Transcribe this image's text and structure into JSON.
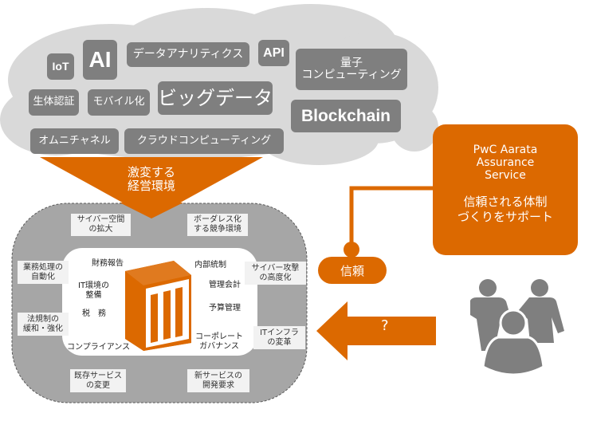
{
  "colors": {
    "accent": "#dc6900",
    "cloud": "#d9d9d9",
    "tag": "#7f7f7f",
    "ring": "#a6a6a6",
    "ring_label_bg": "#f2f2f2",
    "people": "#7f7f7f"
  },
  "cloud": {
    "tags": [
      {
        "label": "IoT"
      },
      {
        "label": "AI"
      },
      {
        "label": "データアナリティクス"
      },
      {
        "label": "API"
      },
      {
        "label": "量子\nコンピューティング",
        "line1": "量子",
        "line2": "コンピューティング"
      },
      {
        "label": "生体認証"
      },
      {
        "label": "モバイル化"
      },
      {
        "label": "ビッグデータ"
      },
      {
        "label": "Blockchain"
      },
      {
        "label": "オムニチャネル"
      },
      {
        "label": "クラウドコンピューティング"
      }
    ]
  },
  "funnel": {
    "line1": "激変する",
    "line2": "経営環境"
  },
  "ring": {
    "outer_labels": [
      {
        "line1": "サイバー空間",
        "line2": "の拡大"
      },
      {
        "line1": "ボーダレス化",
        "line2": "する競争環境"
      },
      {
        "line1": "業務処理の",
        "line2": "自動化"
      },
      {
        "line1": "サイバー攻撃",
        "line2": "の高度化"
      },
      {
        "line1": "法規制の",
        "line2": "緩和・強化"
      },
      {
        "line1": "ITインフラ",
        "line2": "の変革"
      },
      {
        "line1": "既存サービス",
        "line2": "の変更"
      },
      {
        "line1": "新サービスの",
        "line2": "開発要求"
      }
    ],
    "inner_labels": [
      {
        "line1": "財務報告"
      },
      {
        "line1": "IT環境の",
        "line2": "整備"
      },
      {
        "line1": "税　務"
      },
      {
        "line1": "コンプライアンス"
      },
      {
        "line1": "内部統制"
      },
      {
        "line1": "管理会計"
      },
      {
        "line1": "予算管理"
      },
      {
        "line1": "コーポレート",
        "line2": "ガバナンス"
      }
    ],
    "center_icon": "organization-building-icon"
  },
  "pwc": {
    "name_line1": "PwC Aarata",
    "name_line2": "Assurance",
    "name_line3": "Service",
    "sub_line1": "信頼される体制",
    "sub_line2": "づくりをサポート"
  },
  "trust": {
    "label": "信頼"
  },
  "arrow": {
    "label": "?",
    "direction": "left"
  },
  "stakeholders": {
    "icon": "people-group-icon"
  }
}
